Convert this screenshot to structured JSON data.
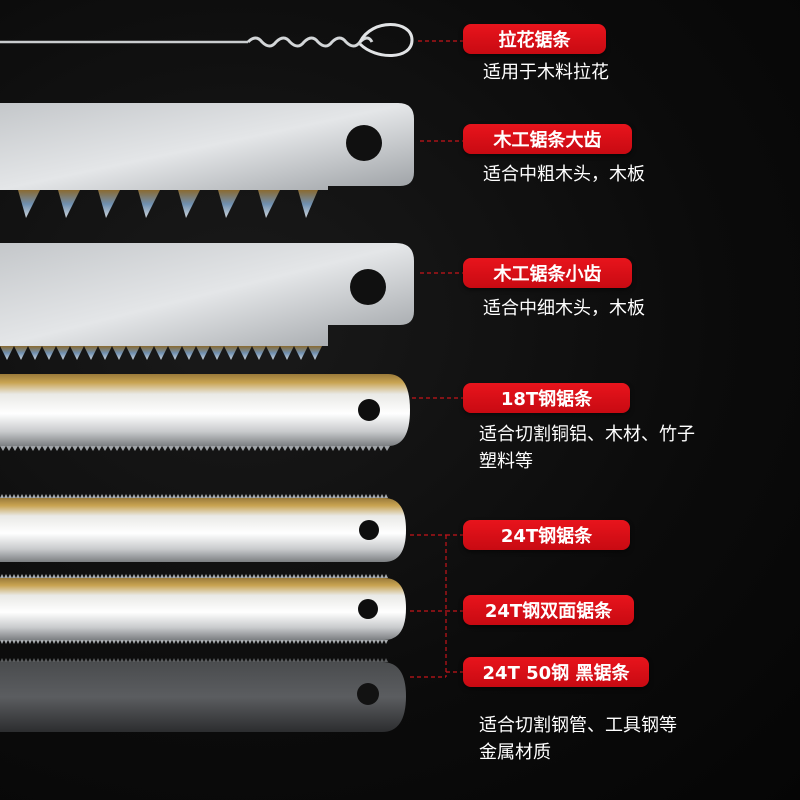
{
  "colors": {
    "accent": "#e0121a",
    "background": "#0b0b0b",
    "text": "#ffffff"
  },
  "items": [
    {
      "label": "拉花锯条",
      "desc_lines": [
        "适用于木料拉花"
      ]
    },
    {
      "label": "木工锯条大齿",
      "desc_lines": [
        "适合中粗木头，木板"
      ]
    },
    {
      "label": "木工锯条小齿",
      "desc_lines": [
        "适合中细木头，木板"
      ]
    },
    {
      "label": "18T钢锯条",
      "desc_lines": [
        "适合切割铜铝、木材、竹子",
        "塑料等"
      ]
    },
    {
      "label": "24T钢锯条",
      "desc_lines": []
    },
    {
      "label": "24T钢双面锯条",
      "desc_lines": []
    },
    {
      "label": "24T 50钢 黑锯条",
      "desc_lines": [
        "适合切割钢管、工具钢等",
        "金属材质"
      ]
    }
  ]
}
